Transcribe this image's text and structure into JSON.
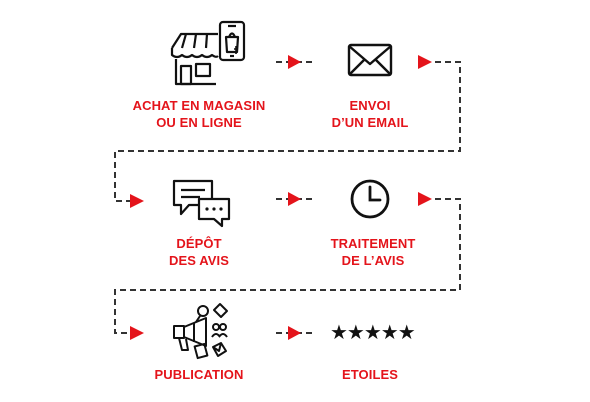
{
  "colors": {
    "accent": "#e4141b",
    "ink": "#111111",
    "connector": "#333333"
  },
  "steps": [
    {
      "id": "achat",
      "icon": "shop-phone-icon",
      "label": [
        "ACHAT EN MAGASIN",
        "OU EN LIGNE"
      ]
    },
    {
      "id": "envoi",
      "icon": "envelope-icon",
      "label": [
        "ENVOI",
        "D’UN EMAIL"
      ]
    },
    {
      "id": "depot",
      "icon": "chat-bubbles-icon",
      "label": [
        "DÉPÔT",
        "DES AVIS"
      ]
    },
    {
      "id": "traitement",
      "icon": "clock-icon",
      "label": [
        "TRAITEMENT",
        "DE L’AVIS"
      ]
    },
    {
      "id": "publication",
      "icon": "megaphone-icon",
      "label": [
        "PUBLICATION"
      ]
    },
    {
      "id": "etoiles",
      "icon": "five-stars-icon",
      "stars": "★★★★★",
      "label": [
        "ETOILES"
      ]
    }
  ]
}
